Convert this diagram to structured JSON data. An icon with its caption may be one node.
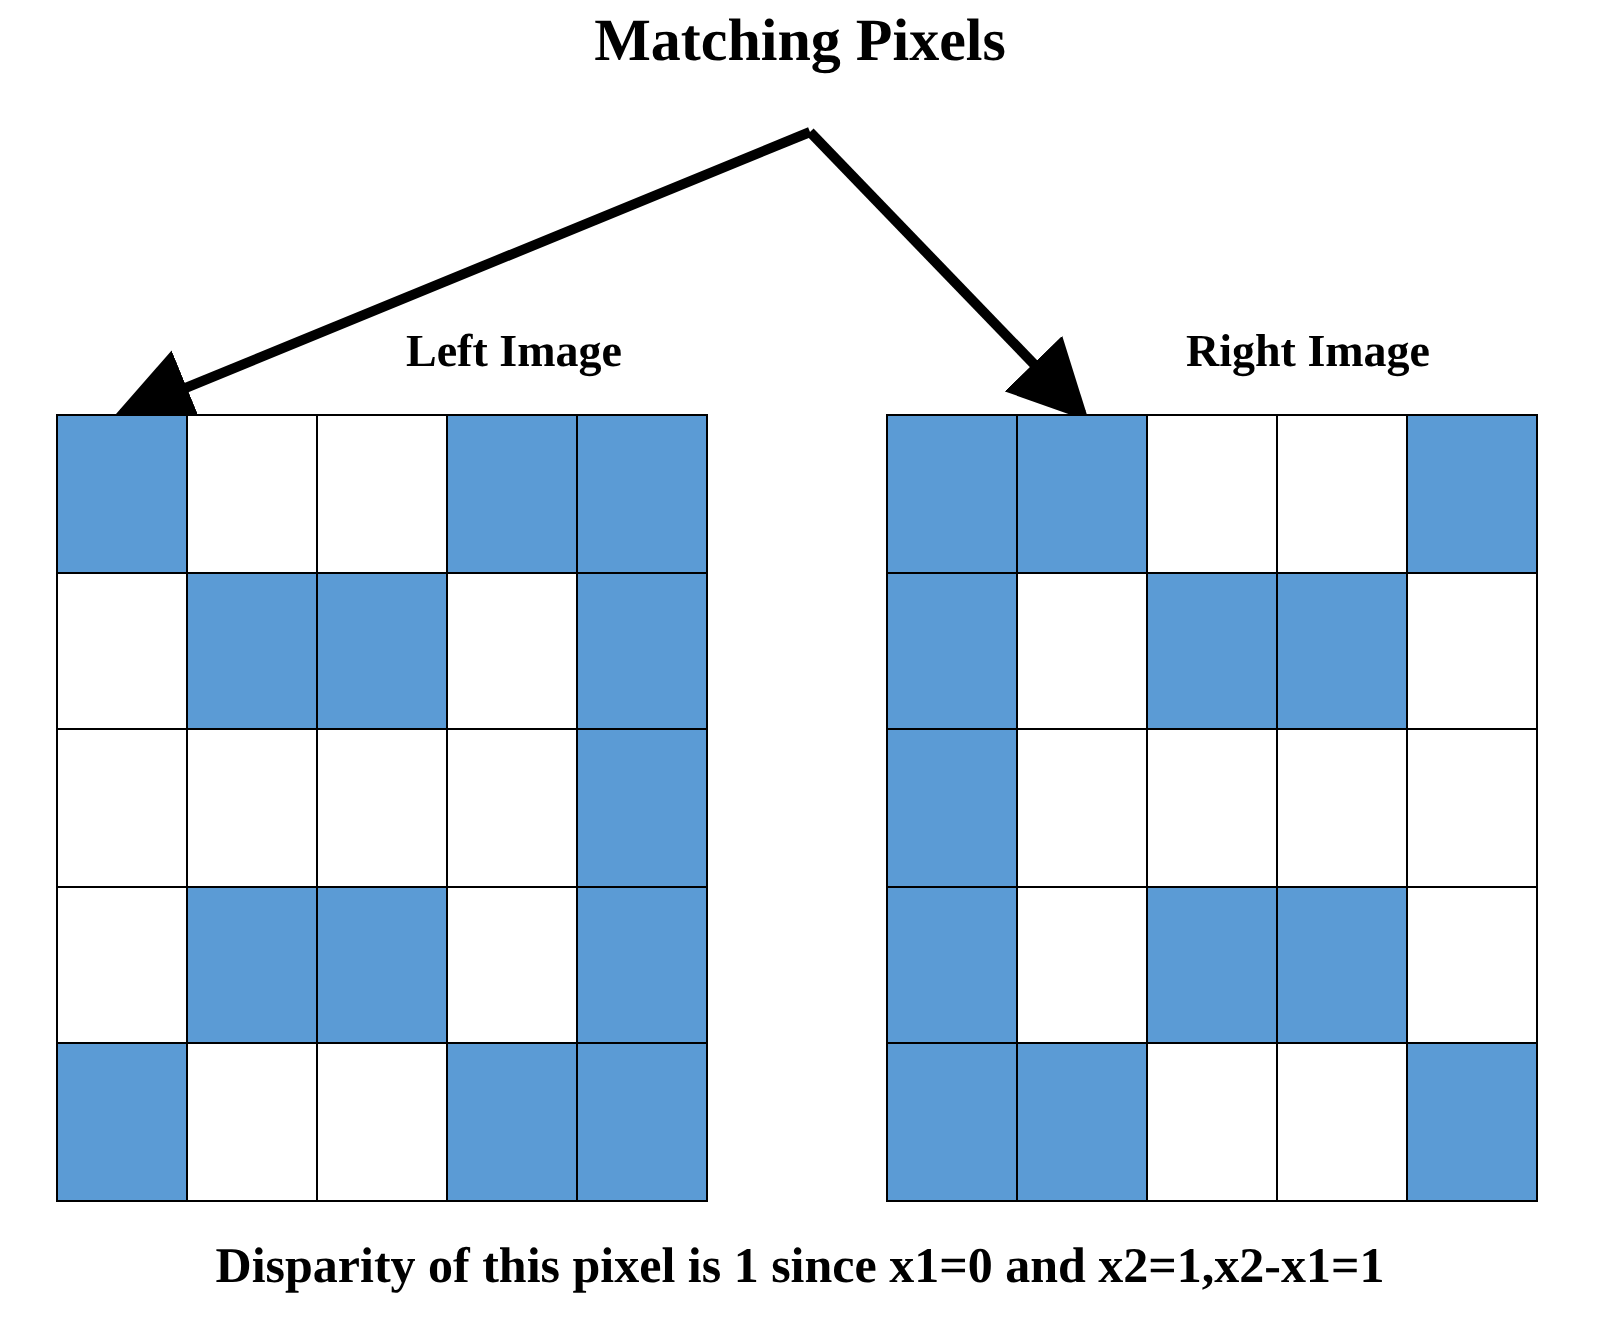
{
  "diagram": {
    "caption": "Disparity of this pixel is 1 since x1=0 and x2=1,x2-x1=1",
    "nodes": [
      {
        "text": [
          "Matching Pixels"
        ]
      },
      {
        "text": [
          "Left Image"
        ]
      },
      {
        "text": [],
        "shape": "box",
        "in": 1
      },
      {
        "text": [
          "Right Image"
        ]
      },
      {
        "text": [],
        "shape": "box",
        "in": 3
      }
    ],
    "edges": [
      {
        "from": 0,
        "to": 2,
        "arrow": "to"
      },
      {
        "from": 0,
        "to": 4,
        "arrow": "to"
      }
    ]
  }
}
